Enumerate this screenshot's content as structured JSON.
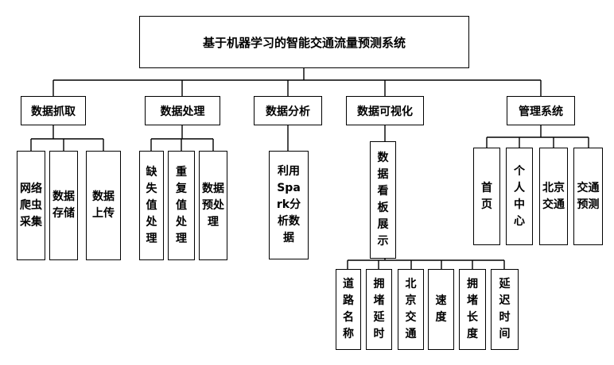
{
  "root": {
    "title": "基于机器学习的智能交通流量预测系统"
  },
  "modules": {
    "capture": {
      "label": "数据抓取",
      "children": [
        "网络爬虫采集",
        "数据存储",
        "数据上传"
      ]
    },
    "process": {
      "label": "数据处理",
      "children": [
        "缺失值处理",
        "重复值处理",
        "数据预处理"
      ]
    },
    "analysis": {
      "label": "数据分析",
      "children": [
        "利用Spark分析数据"
      ]
    },
    "visual": {
      "label": "数据可视化",
      "children": [
        "数据看板展示"
      ],
      "grandchildren": [
        "道路名称",
        "拥堵延时",
        "北京交通",
        "速度",
        "拥堵长度",
        "延迟时间"
      ]
    },
    "admin": {
      "label": "管理系统",
      "children": [
        "首页",
        "个人中心",
        "北京交通",
        "交通预测"
      ]
    }
  }
}
